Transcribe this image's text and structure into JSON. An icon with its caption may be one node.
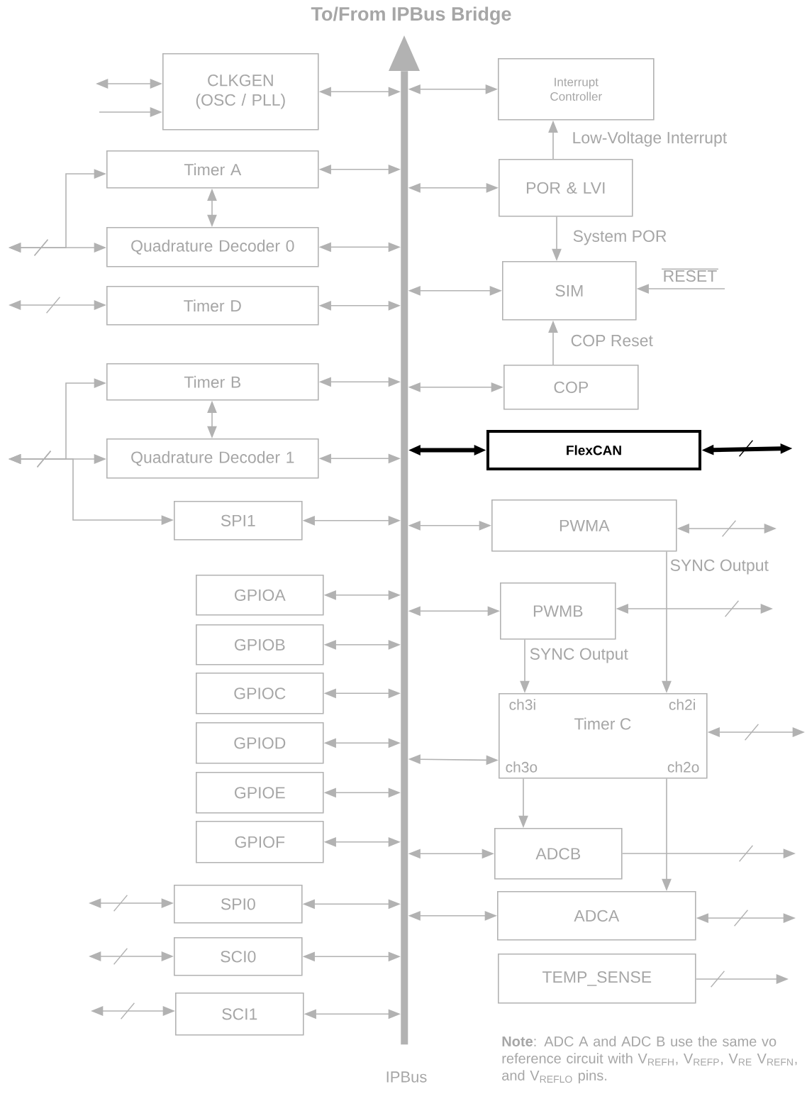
{
  "diagram": {
    "title": "To/From IPBus Bridge",
    "nodes": [
      {
        "text": [
          "CLKGEN (OSC / PLL)"
        ]
      },
      {
        "text": [
          "Interrupt Controller"
        ]
      },
      {
        "text": [
          "Timer A"
        ]
      },
      {
        "text": [
          "POR & LVI"
        ]
      },
      {
        "text": [
          "Quadrature Decoder 0"
        ]
      },
      {
        "text": [
          "SIM"
        ]
      },
      {
        "text": [
          "Timer D"
        ]
      },
      {
        "text": [
          "Timer B"
        ]
      },
      {
        "text": [
          "COP"
        ]
      },
      {
        "text": [
          "Quadrature Decoder 1"
        ]
      },
      {
        "text": [
          "FlexCAN"
        ]
      },
      {
        "text": [
          "SPI1"
        ]
      },
      {
        "text": [
          "PWMA"
        ]
      },
      {
        "text": [
          "GPIOA"
        ]
      },
      {
        "text": [
          "PWMB"
        ]
      },
      {
        "text": [
          "GPIOB"
        ]
      },
      {
        "text": [
          "GPIOC"
        ]
      },
      {
        "text": [
          "Timer C",
          "ch3i",
          "ch2i",
          "ch3o",
          "ch2o"
        ]
      },
      {
        "text": [
          "GPIOD"
        ]
      },
      {
        "text": [
          "GPIOE"
        ]
      },
      {
        "text": [
          "GPIOF"
        ]
      },
      {
        "text": [
          "ADCB"
        ]
      },
      {
        "text": [
          "SPI0"
        ]
      },
      {
        "text": [
          "ADCA"
        ]
      },
      {
        "text": [
          "SCI0"
        ]
      },
      {
        "text": [
          "TEMP_SENSE"
        ]
      },
      {
        "text": [
          "SCI1"
        ]
      },
      {
        "text": [
          "IPBus"
        ]
      }
    ],
    "edges": [
      {
        "from": 0,
        "to": 27,
        "arrow": "both"
      },
      {
        "from": 1,
        "to": 27,
        "arrow": "both"
      },
      {
        "from": 2,
        "to": 27,
        "arrow": "both"
      },
      {
        "from": 3,
        "to": 27,
        "arrow": "both"
      },
      {
        "from": 4,
        "to": 27,
        "arrow": "both"
      },
      {
        "from": 5,
        "to": 27,
        "arrow": "both"
      },
      {
        "from": 6,
        "to": 27,
        "arrow": "both"
      },
      {
        "from": 7,
        "to": 27,
        "arrow": "both"
      },
      {
        "from": 8,
        "to": 27,
        "arrow": "both"
      },
      {
        "from": 9,
        "to": 27,
        "arrow": "both"
      },
      {
        "from": 10,
        "to": 27,
        "arrow": "both",
        "style": "thick",
        "color": "#000000"
      },
      {
        "from": 11,
        "to": 27,
        "arrow": "both"
      },
      {
        "from": 12,
        "to": 27,
        "arrow": "both"
      },
      {
        "from": 13,
        "to": 27,
        "arrow": "both"
      },
      {
        "from": 14,
        "to": 27,
        "arrow": "both"
      },
      {
        "from": 15,
        "to": 27,
        "arrow": "both"
      },
      {
        "from": 16,
        "to": 27,
        "arrow": "both"
      },
      {
        "from": 17,
        "to": 27,
        "arrow": "both"
      },
      {
        "from": 18,
        "to": 27,
        "arrow": "both"
      },
      {
        "from": 19,
        "to": 27,
        "arrow": "both"
      },
      {
        "from": 20,
        "to": 27,
        "arrow": "both"
      },
      {
        "from": 21,
        "to": 27,
        "arrow": "both"
      },
      {
        "from": 22,
        "to": 27,
        "arrow": "both"
      },
      {
        "from": 23,
        "to": 27,
        "arrow": "both"
      },
      {
        "from": 24,
        "to": 27,
        "arrow": "both"
      },
      {
        "from": 26,
        "to": 27,
        "arrow": "both"
      },
      {
        "from": 3,
        "to": 1,
        "arrow": "to",
        "label": "Low-Voltage Interrupt"
      },
      {
        "from": 3,
        "to": 5,
        "arrow": "to",
        "label": "System POR"
      },
      {
        "from": 8,
        "to": 5,
        "arrow": "to",
        "label": "COP Reset"
      },
      {
        "from": 2,
        "to": 4,
        "arrow": "both"
      },
      {
        "from": 7,
        "to": 9,
        "arrow": "both"
      },
      {
        "from": 12,
        "to": 17,
        "arrow": "to",
        "label": "SYNC Output"
      },
      {
        "from": 14,
        "to": 17,
        "arrow": "to",
        "label": "SYNC Output"
      },
      {
        "from": 17,
        "to": 21,
        "arrow": "to"
      },
      {
        "from": 17,
        "to": 23,
        "arrow": "to"
      },
      {
        "from": null,
        "to": 0,
        "arrow": "both"
      },
      {
        "from": null,
        "to": 0,
        "arrow": "to"
      },
      {
        "from": null,
        "to": 2,
        "arrow": "both"
      },
      {
        "from": null,
        "to": 4,
        "arrow": "both"
      },
      {
        "from": null,
        "to": 6,
        "arrow": "both"
      },
      {
        "from": null,
        "to": 7,
        "arrow": "both"
      },
      {
        "from": null,
        "to": 9,
        "arrow": "both"
      },
      {
        "from": null,
        "to": 11,
        "arrow": "both"
      },
      {
        "from": 10,
        "to": null,
        "arrow": "both",
        "style": "thick",
        "color": "#000000"
      },
      {
        "from": 12,
        "to": null,
        "arrow": "both"
      },
      {
        "from": 14,
        "to": null,
        "arrow": "both"
      },
      {
        "from": 17,
        "to": null,
        "arrow": "both"
      },
      {
        "from": 21,
        "to": null,
        "arrow": "to"
      },
      {
        "from": 23,
        "to": null,
        "arrow": "both"
      },
      {
        "from": 25,
        "to": null,
        "arrow": "to"
      },
      {
        "from": null,
        "to": 22,
        "arrow": "both"
      },
      {
        "from": null,
        "to": 24,
        "arrow": "both"
      },
      {
        "from": null,
        "to": 26,
        "arrow": "both"
      },
      {
        "from": null,
        "to": 5,
        "arrow": "to",
        "label": "RESET"
      }
    ],
    "labels": [
      "**Note**: ADC A and ADC B use the same vo reference circuit with V$_{REFH}$, V$_{REFP}$, V$_{RE}$ V$_{REFN}$, and V$_{REFLO}$ pins."
    ]
  }
}
